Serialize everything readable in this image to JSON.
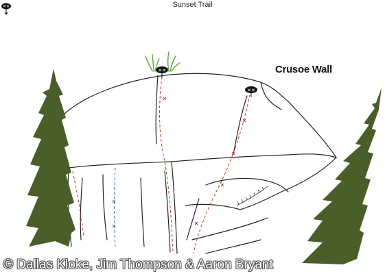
{
  "header": {
    "trail_label": "Sunset Trail"
  },
  "wall": {
    "title": "Crusoe Wall"
  },
  "footer": {
    "copyright": "© Dallas Kloke, Jim Thompson & Aaron Bryant"
  },
  "colors": {
    "tree": "#4a5e2a",
    "rock_outline": "#222222",
    "route_red": "#b83a2a",
    "route_blue": "#3a6fb0",
    "grass": "#5aa83a"
  },
  "icons": {
    "anchor": "anchor-icon",
    "tree": "tree-icon",
    "grass": "grass-icon",
    "bolt": "bolt-icon"
  }
}
